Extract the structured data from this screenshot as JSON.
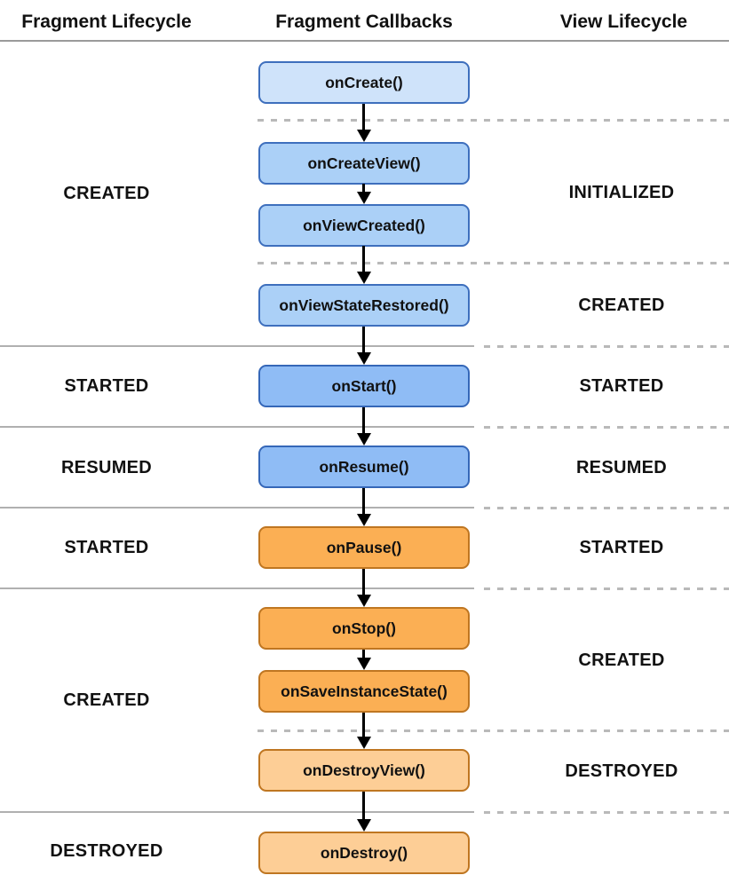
{
  "headers": {
    "left": "Fragment Lifecycle",
    "center": "Fragment Callbacks",
    "right": "View Lifecycle"
  },
  "callbacks": [
    {
      "label": "onCreate()",
      "style": "blue-light"
    },
    {
      "label": "onCreateView()",
      "style": "blue-mid"
    },
    {
      "label": "onViewCreated()",
      "style": "blue-mid"
    },
    {
      "label": "onViewStateRestored()",
      "style": "blue-mid"
    },
    {
      "label": "onStart()",
      "style": "blue-strong"
    },
    {
      "label": "onResume()",
      "style": "blue-strong"
    },
    {
      "label": "onPause()",
      "style": "orange-strong"
    },
    {
      "label": "onStop()",
      "style": "orange-strong"
    },
    {
      "label": "onSaveInstanceState()",
      "style": "orange-strong"
    },
    {
      "label": "onDestroyView()",
      "style": "orange-light"
    },
    {
      "label": "onDestroy()",
      "style": "orange-light"
    }
  ],
  "fragment_states": [
    "CREATED",
    "STARTED",
    "RESUMED",
    "STARTED",
    "CREATED",
    "DESTROYED"
  ],
  "view_states": [
    "INITIALIZED",
    "CREATED",
    "STARTED",
    "RESUMED",
    "STARTED",
    "CREATED",
    "DESTROYED"
  ],
  "colors": {
    "callback_blue_light": "#cfe3fa",
    "callback_blue_mid": "#abd0f7",
    "callback_blue_strong": "#8fbcf5",
    "callback_blue_border": "#3e6fbd",
    "callback_orange_strong": "#fbaf54",
    "callback_orange_light": "#fdce96",
    "callback_orange_border": "#bf7621",
    "divider_solid": "#b0b0b0",
    "divider_dashed": "#b9b9b9",
    "header_divider": "#9a9a9a",
    "arrow": "#000000",
    "text": "#111111",
    "background": "#ffffff"
  }
}
